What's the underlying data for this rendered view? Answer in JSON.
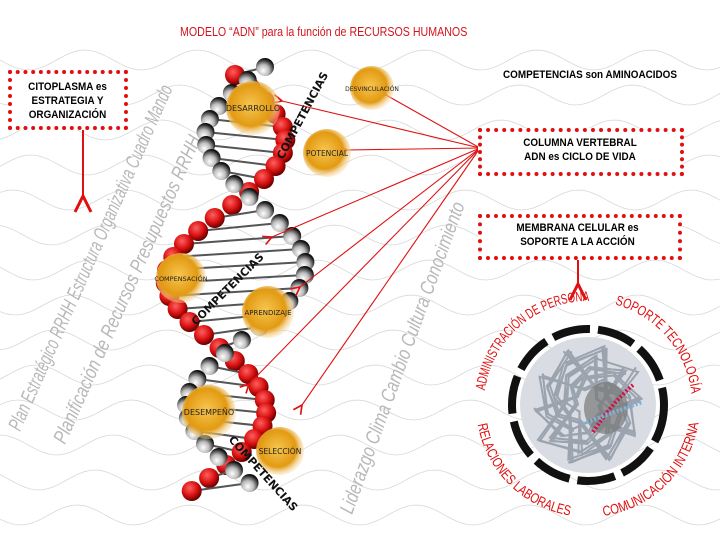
{
  "title": "MODELO “ADN” para la función de RECURSOS HUMANOS",
  "boxes": {
    "citoplasma": "CITOPLASMA es ESTRATEGIA Y ORGANIZACIÓN",
    "aminoacidos": "COMPETENCIAS son AMINOACIDOS",
    "columna": "COLUMNA VERTEBRAL ADN es CICLO DE VIDA",
    "membrana": "MEMBRANA CELULAR es SOPORTE A LA ACCIÓN"
  },
  "spheres": [
    "DESVINCULACIÓN",
    "DESARROLLO",
    "POTENCIAL",
    "COMPENSACIÓN",
    "APRENDIZAJE",
    "DESEMPEÑO",
    "SELECCIÓN"
  ],
  "competencias_label": "COMPETENCIAS",
  "watermark": {
    "col1": "Plan Estratégico RRHH  Estructura Organizativa  Cuadro Mando",
    "col2": "Planificación  de  Recursos  Presupuestos  RRHH",
    "col3": "Liderazgo Clima Cambio Cultura Conocimiento"
  },
  "cell_labels": {
    "top": "ADMINISTRACIÓN  DE  PERSONAL",
    "top_right": "SOPORTE  TECNOLOGÍA",
    "bottom_left": "RELACIONES  LABORALES",
    "bottom_right": "COMUNICACIÓN  INTERNA"
  },
  "colors": {
    "accent": "#d4141c",
    "gold": "#e8a21a",
    "helix_red": "#d81010"
  }
}
